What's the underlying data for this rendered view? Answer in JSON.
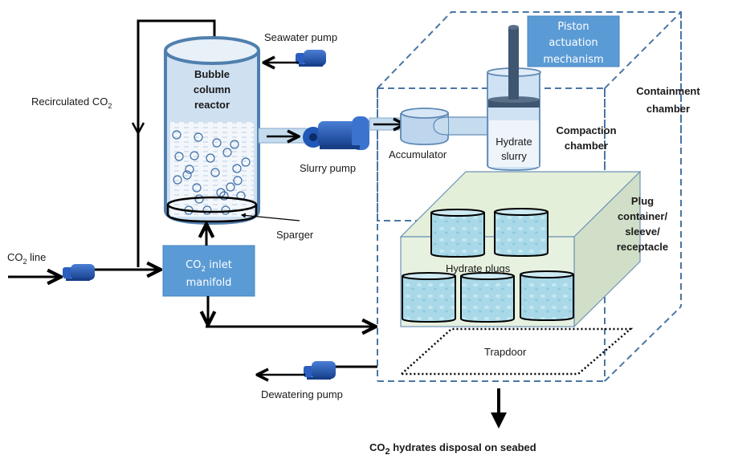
{
  "title": "CO2 hydrate formation and seabed disposal process",
  "labels": {
    "recirculated_co2": {
      "main": "Recirculated CO",
      "sub": "2"
    },
    "seawater_pump": "Seawater pump",
    "bubble_column_reactor": [
      "Bubble",
      "column",
      "reactor"
    ],
    "slurry_pump": "Slurry pump",
    "sparger": "Sparger",
    "co2_line": {
      "main": "CO",
      "sub": "2",
      "rest": " line"
    },
    "co2_inlet_manifold": {
      "line1_main": "CO",
      "line1_sub": "2",
      "line1_rest": " inlet",
      "line2": "manifold"
    },
    "accumulator": "Accumulator",
    "hydrate_slurry": [
      "Hydrate",
      "slurry"
    ],
    "compaction_chamber": [
      "Compaction",
      "chamber"
    ],
    "piston_actuation": [
      "Piston",
      "actuation",
      "mechanism"
    ],
    "containment_chamber": [
      "Containment",
      "chamber"
    ],
    "plug_container": [
      "Plug",
      "container/",
      "sleeve/",
      "receptacle"
    ],
    "hydrate_plugs": "Hydrate plugs",
    "trapdoor": "Trapdoor",
    "dewatering_pump": "Dewatering pump",
    "disposal": {
      "main": "CO",
      "sub": "2",
      "rest": " hydrates disposal on seabed"
    }
  },
  "colors": {
    "box_fill": "#5b9bd5",
    "box_stroke": "#4a85bd",
    "vessel_fill": "#dce9f5",
    "vessel_stroke": "#4f7fae",
    "dash_stroke": "#4a76a3",
    "plug_fill": "#e3efd9",
    "plug_side": "#d2dfc8",
    "plug_cyl": "#a7d7e6",
    "pump_blue": "#1f4fa8",
    "piston": "#3f5670"
  }
}
